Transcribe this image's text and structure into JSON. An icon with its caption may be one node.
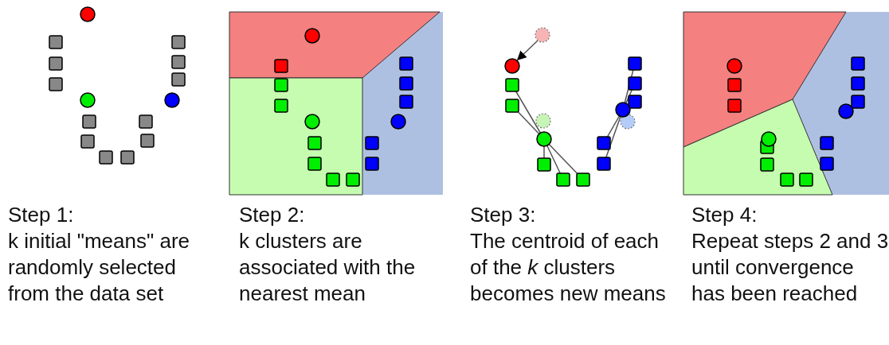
{
  "diagram": {
    "labels": [
      "Step 1:",
      "k initial \"means\" are randomly selected from the data set",
      "Step 2:",
      "k clusters are associated with the nearest mean",
      "Step 3:",
      "The centroid of each of the *k* clusters becomes new means",
      "Step 4:",
      "Repeat steps 2 and 3 until convergence has been reached"
    ]
  }
}
